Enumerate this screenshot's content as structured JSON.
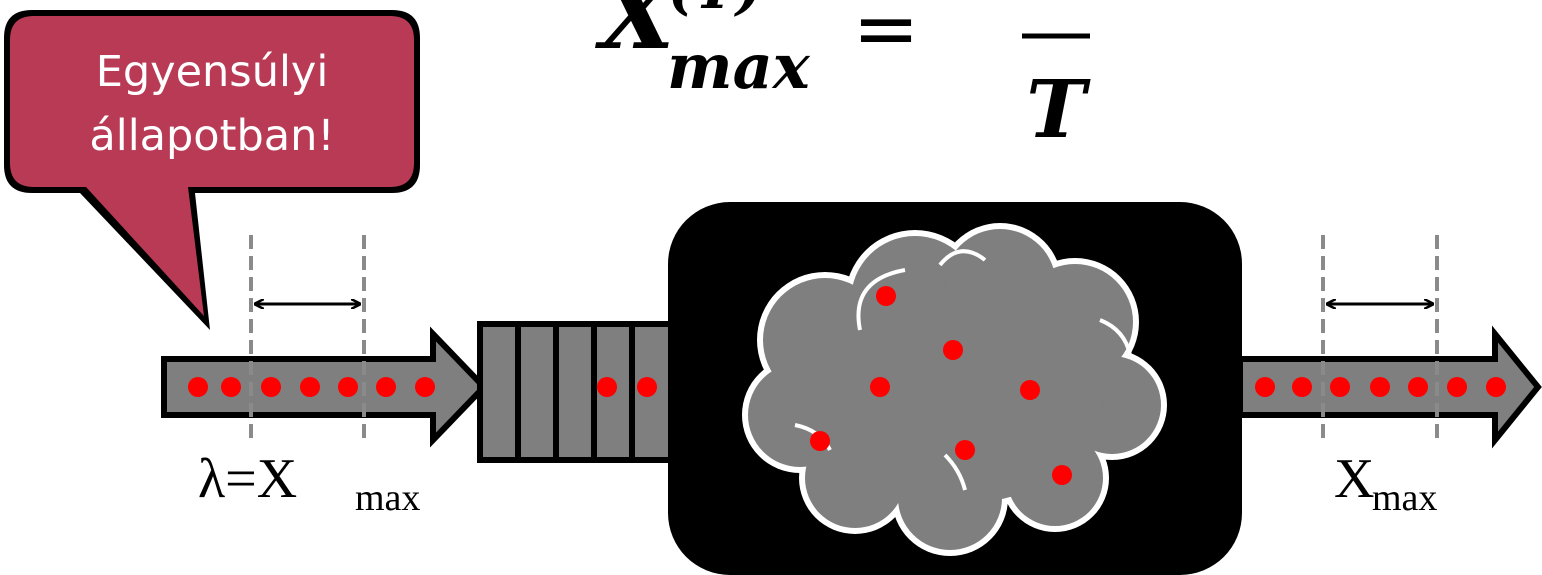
{
  "callout": {
    "line1": "Egyensúlyi",
    "line2": "állapotban!"
  },
  "formula": {
    "symbol": "X",
    "superscript": "(T)",
    "subscript": "max",
    "equals": "=",
    "denominator": "T"
  },
  "input_label": {
    "lambda": "λ=X",
    "subscript": "max"
  },
  "output_label": {
    "symbol": "X",
    "subscript": "max"
  },
  "colors": {
    "callout_fill": "#b93a55",
    "arrow_fill": "#7f7f7f",
    "dot": "#ff0000",
    "box": "#000000",
    "cloud": "#7f7f7f",
    "guide_line": "#8a8a8a"
  }
}
